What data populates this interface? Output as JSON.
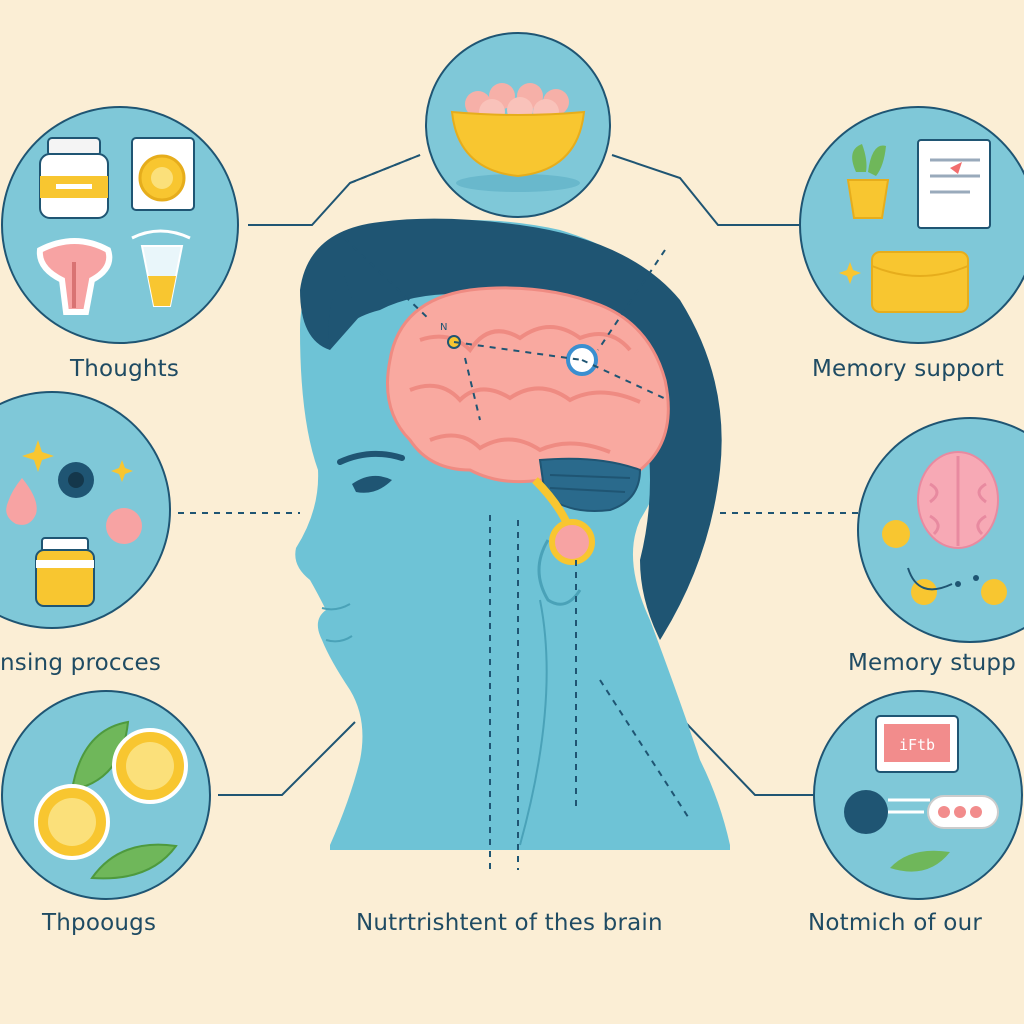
{
  "labels": {
    "top_left": "Thoughts",
    "mid_left": "nsing procces",
    "bottom_left": "Thpoougs",
    "top_right": "Memory support",
    "mid_right": "Memory stupp",
    "bottom_right": "Notmich of our",
    "bottom_center": "Nutrtrishtent of thes brain"
  },
  "screen_text": "iFtb",
  "head_badge": "N",
  "colors": {
    "background": "#fbeed5",
    "circle": "#7fc8d8",
    "head": "#6ec3d6",
    "hair": "#1f5573",
    "brain": "#f9a9a0",
    "accent_yellow": "#f8c630",
    "text": "#1f4b63"
  },
  "icons": [
    "nut-bowl-icon",
    "supplement-bottle-icon",
    "citrus-slice-icon",
    "stomach-icon",
    "drink-glass-icon",
    "droplet-icon",
    "capsule-icon",
    "pill-bottle-icon",
    "lemon-slice-icon",
    "leaf-icon",
    "plant-pot-icon",
    "notepad-icon",
    "folder-icon",
    "brain-icon",
    "neuron-icon",
    "monitor-icon",
    "capsule-pack-icon"
  ]
}
